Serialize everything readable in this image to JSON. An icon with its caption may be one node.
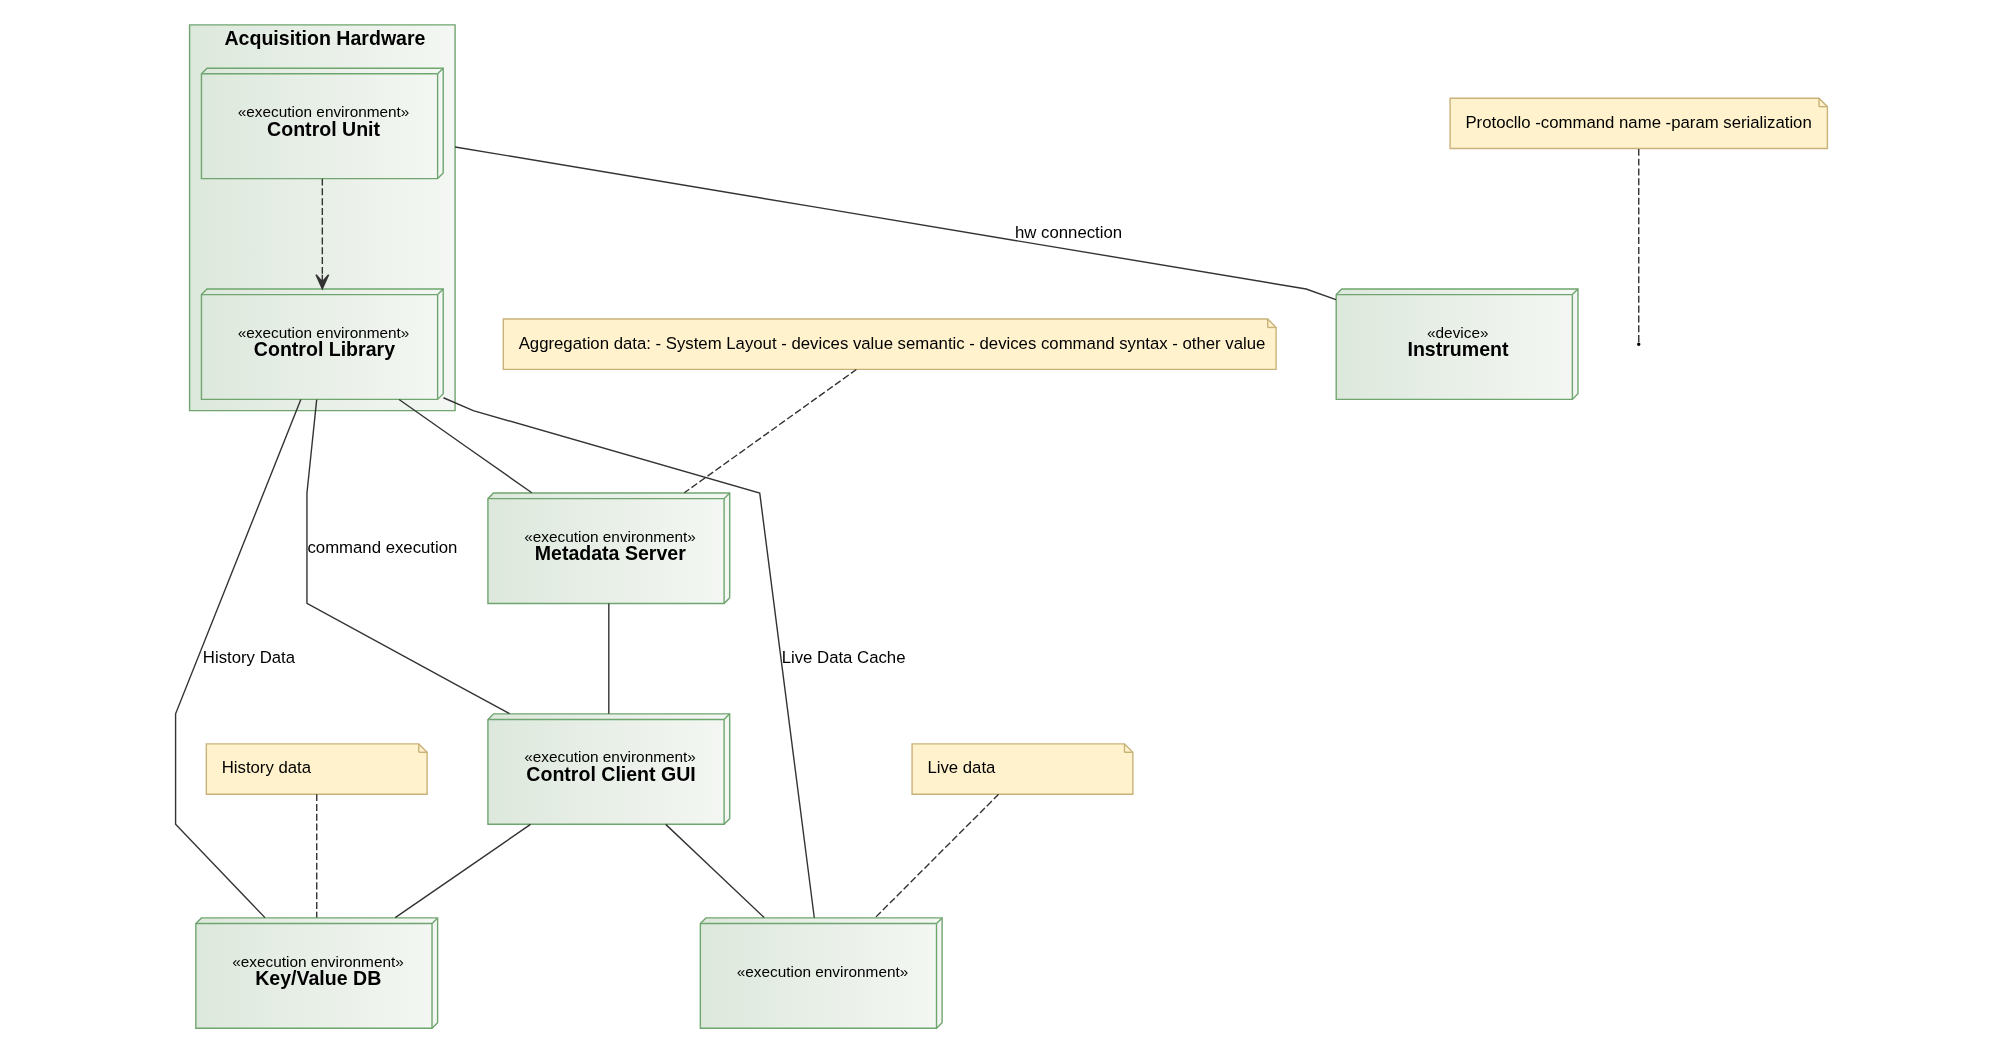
{
  "diagram": {
    "nodes": [
      {
        "text": [
          "Acquisition Hardware"
        ]
      },
      {
        "text": [
          "«execution environment»",
          "Control Unit"
        ],
        "in": 0
      },
      {
        "text": [
          "«execution environment»",
          "Control Library"
        ],
        "in": 0
      },
      {
        "text": [
          "«device»",
          "Instrument"
        ]
      },
      {
        "text": [
          "Aggregation data: - System Layout - devices value semantic - devices command syntax - other value"
        ]
      },
      {
        "text": [
          "«execution environment»",
          "Metadata Server"
        ]
      },
      {
        "text": [
          "Protocllo -command name -param serialization"
        ]
      },
      {
        "text": [
          "History data"
        ]
      },
      {
        "text": [
          "«execution environment»",
          "Key/Value DB"
        ]
      },
      {
        "text": [
          "Live data"
        ]
      },
      {
        "text": [
          "«execution environment»",
          "Control Client GUI"
        ]
      },
      {
        "text": [
          "«execution environment»"
        ]
      }
    ],
    "edges": [
      {
        "from": 0,
        "to": 3,
        "arrow": "none",
        "label": "hw connection"
      },
      {
        "from": 1,
        "to": 2,
        "arrow": "to",
        "style": "dashed"
      },
      {
        "from": 2,
        "to": 5,
        "arrow": "none"
      },
      {
        "from": 2,
        "to": 11,
        "arrow": "none",
        "label": "Live Data Cache"
      },
      {
        "from": 2,
        "to": 8,
        "arrow": "none",
        "label": "History Data"
      },
      {
        "from": 2,
        "to": 10,
        "arrow": "none",
        "label": "command execution"
      },
      {
        "from": 4,
        "to": 5,
        "arrow": "none",
        "style": "dashed"
      },
      {
        "from": 6,
        "to": null,
        "arrow": "none",
        "style": "dashed"
      },
      {
        "from": 7,
        "to": 8,
        "arrow": "none",
        "style": "dashed"
      },
      {
        "from": 9,
        "to": 11,
        "arrow": "none",
        "style": "dashed"
      },
      {
        "from": 5,
        "to": 10,
        "arrow": "none"
      },
      {
        "from": 10,
        "to": 8,
        "arrow": "none"
      },
      {
        "from": 10,
        "to": 11,
        "arrow": "none"
      }
    ]
  }
}
